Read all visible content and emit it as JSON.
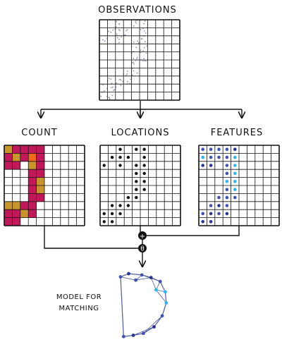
{
  "labels": {
    "observations": "OBSERVATIONS",
    "count": "COUNT",
    "locations": "LOCATIONS",
    "features": "FEATURES",
    "model_line1": "MODEL FOR",
    "model_line2": "MATCHING"
  },
  "operators": {
    "plus": "+",
    "theta": "θ"
  },
  "colors": {
    "magenta": "#c2185b",
    "gold": "#c8952c",
    "orange": "#ef6c1a",
    "grid_line": "#111111",
    "dot_dark": "#111111",
    "feature_dark": "#283593",
    "feature_mid": "#3f51b5",
    "feature_light": "#29b6f6",
    "model_line": "#4a5a9a",
    "obs_points": "#8a93a8"
  },
  "grid": {
    "rows": 10,
    "cols": 10
  },
  "count_cells": [
    [
      0,
      0,
      "gold"
    ],
    [
      0,
      1,
      "magenta"
    ],
    [
      0,
      2,
      "magenta"
    ],
    [
      0,
      3,
      "magenta"
    ],
    [
      0,
      4,
      "magenta"
    ],
    [
      1,
      0,
      "magenta"
    ],
    [
      1,
      1,
      "gold"
    ],
    [
      1,
      2,
      "magenta"
    ],
    [
      1,
      3,
      "orange"
    ],
    [
      1,
      4,
      "magenta"
    ],
    [
      2,
      0,
      "magenta"
    ],
    [
      2,
      1,
      "magenta"
    ],
    [
      2,
      3,
      "gold"
    ],
    [
      2,
      4,
      "magenta"
    ],
    [
      3,
      3,
      "magenta"
    ],
    [
      3,
      4,
      "magenta"
    ],
    [
      4,
      3,
      "magenta"
    ],
    [
      4,
      4,
      "gold"
    ],
    [
      5,
      3,
      "magenta"
    ],
    [
      5,
      4,
      "gold"
    ],
    [
      6,
      3,
      "magenta"
    ],
    [
      6,
      4,
      "magenta"
    ],
    [
      7,
      0,
      "gold"
    ],
    [
      7,
      1,
      "gold"
    ],
    [
      7,
      2,
      "magenta"
    ],
    [
      7,
      3,
      "magenta"
    ],
    [
      8,
      0,
      "magenta"
    ],
    [
      8,
      1,
      "magenta"
    ],
    [
      8,
      2,
      "gold"
    ],
    [
      8,
      3,
      "magenta"
    ],
    [
      9,
      0,
      "magenta"
    ],
    [
      9,
      1,
      "magenta"
    ]
  ],
  "location_points": [
    [
      0,
      2
    ],
    [
      0,
      4
    ],
    [
      0,
      5
    ],
    [
      1,
      1
    ],
    [
      1,
      2
    ],
    [
      1,
      3
    ],
    [
      1,
      5
    ],
    [
      2,
      0
    ],
    [
      2,
      2
    ],
    [
      2,
      4
    ],
    [
      2,
      5
    ],
    [
      3,
      4
    ],
    [
      3,
      5
    ],
    [
      4,
      4
    ],
    [
      4,
      5
    ],
    [
      5,
      4
    ],
    [
      5,
      5
    ],
    [
      6,
      3
    ],
    [
      6,
      4
    ],
    [
      7,
      1
    ],
    [
      7,
      2
    ],
    [
      7,
      3
    ],
    [
      8,
      0
    ],
    [
      8,
      1
    ],
    [
      8,
      2
    ],
    [
      9,
      0
    ],
    [
      9,
      1
    ]
  ],
  "feature_points": [
    [
      0,
      0,
      "mid"
    ],
    [
      0,
      1,
      "mid"
    ],
    [
      0,
      2,
      "mid"
    ],
    [
      0,
      3,
      "mid"
    ],
    [
      0,
      4,
      "dark"
    ],
    [
      1,
      0,
      "light"
    ],
    [
      1,
      1,
      "mid"
    ],
    [
      1,
      2,
      "mid"
    ],
    [
      1,
      3,
      "mid"
    ],
    [
      1,
      4,
      "light"
    ],
    [
      2,
      0,
      "dark"
    ],
    [
      2,
      1,
      "dark"
    ],
    [
      2,
      3,
      "mid"
    ],
    [
      2,
      4,
      "light"
    ],
    [
      3,
      3,
      "mid"
    ],
    [
      3,
      4,
      "light"
    ],
    [
      4,
      3,
      "light"
    ],
    [
      4,
      4,
      "light"
    ],
    [
      5,
      3,
      "mid"
    ],
    [
      5,
      4,
      "light"
    ],
    [
      6,
      2,
      "mid"
    ],
    [
      6,
      3,
      "mid"
    ],
    [
      6,
      4,
      "mid"
    ],
    [
      7,
      1,
      "mid"
    ],
    [
      7,
      2,
      "dark"
    ],
    [
      7,
      3,
      "mid"
    ],
    [
      8,
      0,
      "mid"
    ],
    [
      8,
      1,
      "dark"
    ],
    [
      8,
      2,
      "mid"
    ],
    [
      8,
      3,
      "dark"
    ],
    [
      9,
      0,
      "dark"
    ],
    [
      9,
      1,
      "dark"
    ]
  ],
  "model_nodes": [
    [
      0.0,
      0.05,
      "mid"
    ],
    [
      0.16,
      0.0,
      "dark"
    ],
    [
      0.42,
      0.02,
      "mid"
    ],
    [
      0.6,
      0.06,
      "dark"
    ],
    [
      0.78,
      0.12,
      "mid"
    ],
    [
      0.88,
      0.28,
      "light"
    ],
    [
      0.9,
      0.45,
      "light"
    ],
    [
      0.82,
      0.65,
      "mid"
    ],
    [
      0.66,
      0.82,
      "dark"
    ],
    [
      0.45,
      0.92,
      "mid"
    ],
    [
      0.25,
      0.95,
      "dark"
    ],
    [
      0.06,
      0.97,
      "mid"
    ],
    [
      0.3,
      0.1,
      "mid"
    ],
    [
      0.7,
      0.25,
      "light"
    ]
  ]
}
